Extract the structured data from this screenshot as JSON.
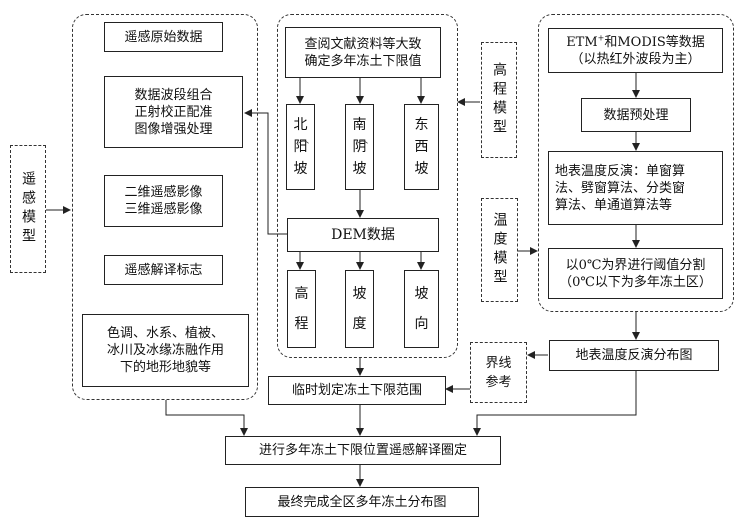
{
  "left_column": {
    "raw_data": "遥感原始数据",
    "processing": [
      "数据波段组合",
      "正射校正配准",
      "图像增强处理"
    ],
    "images": [
      "二维遥感影像",
      "三维遥感影像"
    ],
    "signs": "遥感解译标志",
    "features": [
      "色调、水系、植被、",
      "冰川及冰缘冻融作用",
      "下的地形地貌等"
    ]
  },
  "rs_model": "遥感模型",
  "middle_column": {
    "literature": [
      "查阅文献资料等大致",
      "确定多年冻土下限值"
    ],
    "slope_north": [
      "北",
      "阳",
      "坡"
    ],
    "slope_south": [
      "南",
      "阴",
      "坡"
    ],
    "slope_eastwest": [
      "东",
      "西",
      "坡"
    ],
    "dem": "DEM数据",
    "elevation": [
      "高",
      "程"
    ],
    "gradient": [
      "坡",
      "度"
    ],
    "aspect": [
      "坡",
      "向"
    ],
    "temp_range": "临时划定冻土下限范围"
  },
  "elev_model": "高程模型",
  "temp_model": "温度模型",
  "right_column": {
    "etm_data_parts": [
      "ETM",
      "+",
      "和MODIS等数据"
    ],
    "etm_note": "（以热红外波段为主）",
    "preprocess": "数据预处理",
    "inversion": [
      "地表温度反演：单窗算",
      "法、劈窗算法、分类窗",
      "算法、单通道算法等"
    ],
    "threshold": [
      "以0℃为界进行阈值分割",
      "（0℃以下为多年冻土区）"
    ],
    "distribution": "地表温度反演分布图"
  },
  "boundary_ref": [
    "界线",
    "参考"
  ],
  "interpretation": "进行多年冻土下限位置遥感解译圈定",
  "final": "最终完成全区多年冻土分布图"
}
